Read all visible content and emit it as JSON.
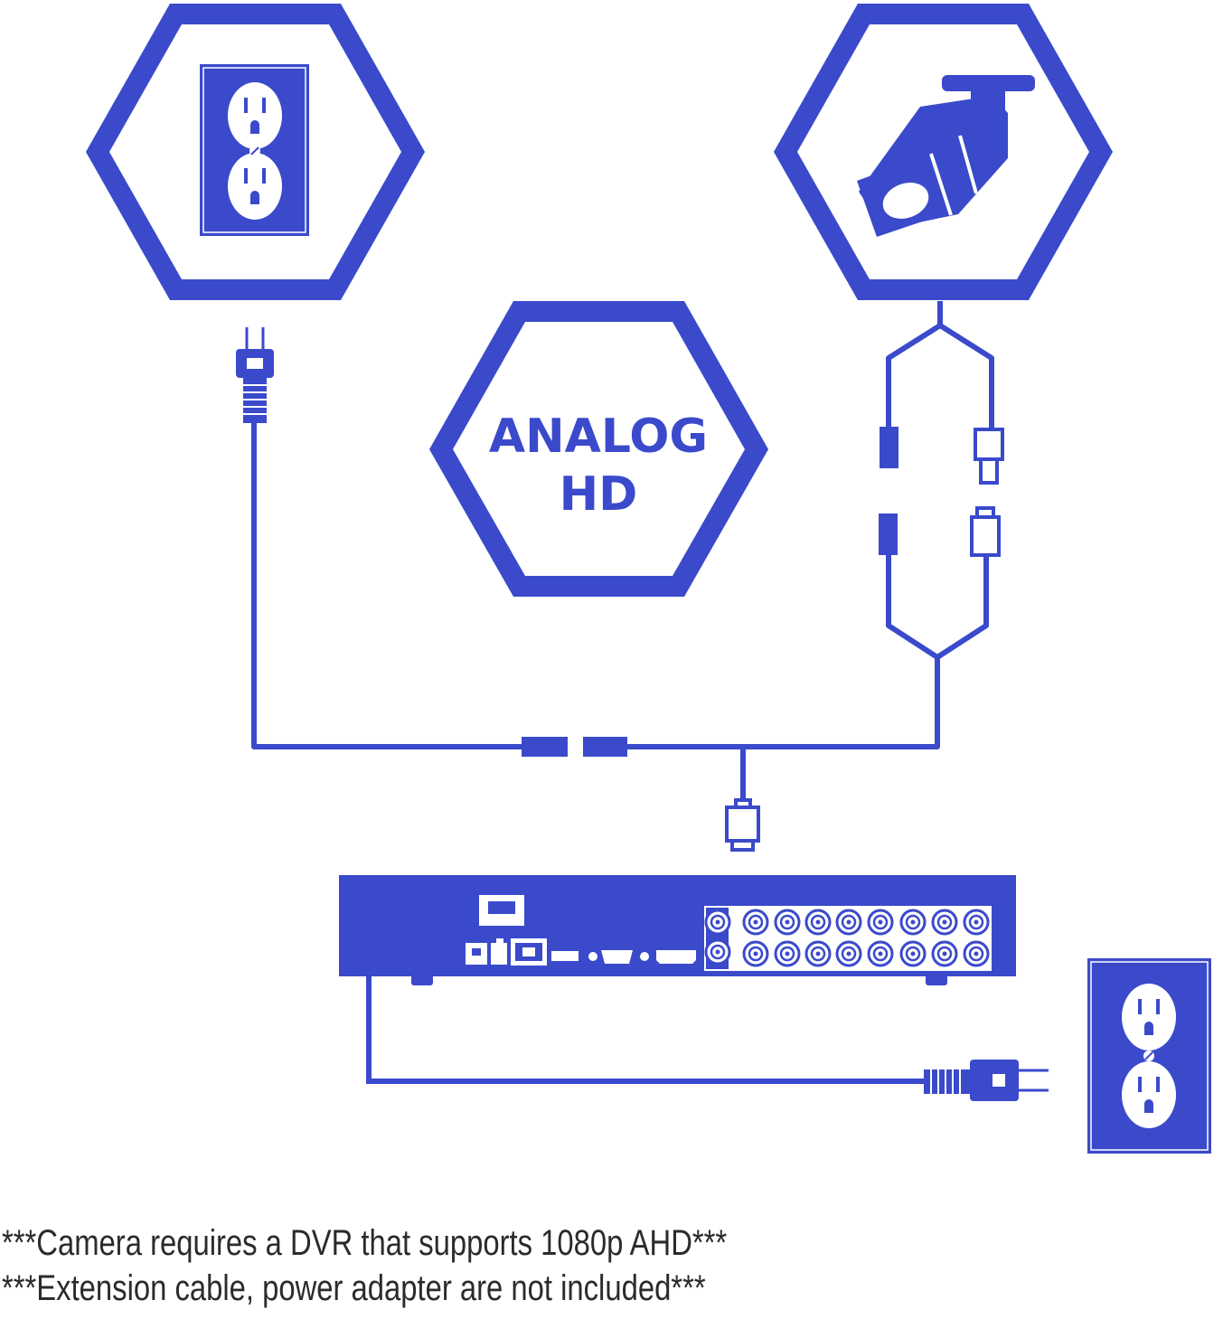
{
  "colors": {
    "primary": "#3a4acb",
    "background": "#ffffff",
    "note_text": "#2b2b2b"
  },
  "hexagons": {
    "power": {
      "icon": "power-outlet-icon"
    },
    "camera": {
      "icon": "bullet-camera-icon"
    },
    "analog": {
      "line1": "ANALOG",
      "line2": "HD"
    }
  },
  "devices": {
    "dvr": {
      "icon": "dvr-recorder-icon",
      "bnc_rows": 2,
      "bnc_per_row": 8
    },
    "wall_outlet": {
      "icon": "power-outlet-icon"
    },
    "extension_cable": {
      "icon": "siamese-cable-icon"
    }
  },
  "notes": [
    "***Camera requires a DVR that supports 1080p AHD***",
    "***Extension cable, power adapter are not included***"
  ]
}
